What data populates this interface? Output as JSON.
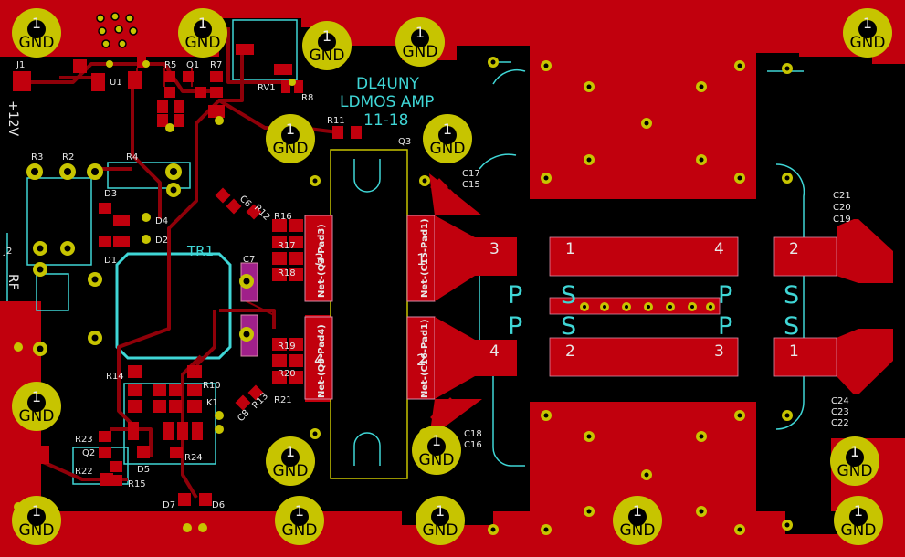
{
  "board": {
    "title_line1": "DL4UNY",
    "title_line2": "LDMOS AMP",
    "title_line3": "11-18",
    "gnd_label": "GND",
    "gnd_pin": "1",
    "power_label": "+12V",
    "rf_label": "RF",
    "transformer_label": "TR1",
    "q3_label": "Q3"
  },
  "refs": {
    "J1": "J1",
    "U1": "U1",
    "R5": "R5",
    "Q1": "Q1",
    "R7": "R7",
    "RV1": "RV1",
    "R8": "R8",
    "R11": "R11",
    "R3": "R3",
    "R2": "R2",
    "R4": "R4",
    "D3": "D3",
    "D4": "D4",
    "D2": "D2",
    "D1": "D1",
    "J2": "J2",
    "C6": "C6",
    "R12": "R12",
    "R16": "R16",
    "R17": "R17",
    "R18": "R18",
    "C7": "C7",
    "R19": "R19",
    "R20": "R20",
    "R21": "R21",
    "R13": "R13",
    "C8": "C8",
    "R14": "R14",
    "R10": "R10",
    "K1": "K1",
    "R23": "R23",
    "Q2": "Q2",
    "R22": "R22",
    "R15": "R15",
    "R24": "R24",
    "D5": "D5",
    "D7": "D7",
    "D6": "D6",
    "C17": "C17",
    "C15": "C15",
    "C18": "C18",
    "C16": "C16",
    "C21": "C21",
    "C20": "C20",
    "C19": "C19",
    "C24": "C24",
    "C23": "C23",
    "C22": "C22"
  },
  "q3_pads": [
    {
      "pin": "3",
      "net": "Net-(Q3-Pad3)"
    },
    {
      "pin": "4",
      "net": "Net-(Q3-Pad4)"
    },
    {
      "pin": "1",
      "net": "Net-(C15-Pad1)"
    },
    {
      "pin": "2",
      "net": "Net-(C16-Pad1)"
    }
  ],
  "balun_pads_top": [
    "3",
    "1",
    "4",
    "2"
  ],
  "balun_pads_bottom": [
    "4",
    "2",
    "3",
    "1"
  ],
  "ps_letters": {
    "p": "P",
    "s": "S"
  },
  "colors": {
    "copper": "#c1000d",
    "copper_dark": "#8f0009",
    "gold": "#c7c400",
    "silkscreen": "#3fd6d6",
    "pad_edge": "#d98aa6",
    "background": "#000000"
  }
}
